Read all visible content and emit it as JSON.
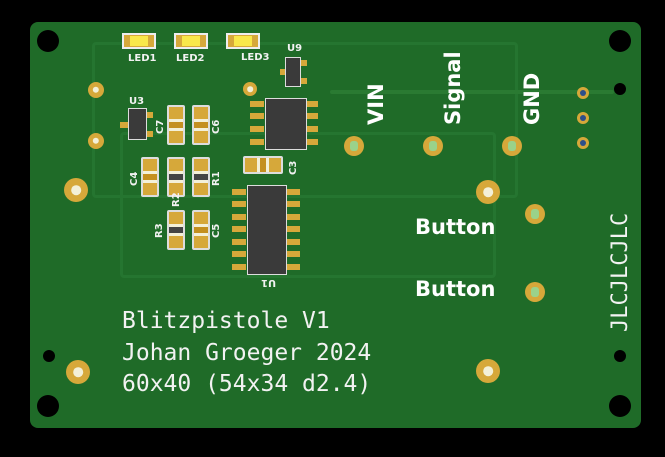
{
  "board": {
    "color": "#1f6b28",
    "silkscreen_color": "#f2f2f2",
    "copper_color": "#d6a83a"
  },
  "components": {
    "led1": "LED1",
    "led2": "LED2",
    "led3": "LED3",
    "u9": "U9",
    "u3": "U3",
    "u1": "U1",
    "c7": "C7",
    "c6": "C6",
    "c4": "C4",
    "c5": "C5",
    "c3": "C3",
    "r1": "R1",
    "r2": "R2",
    "r3": "R3"
  },
  "connectors": {
    "vin": "VIN",
    "signal": "Signal",
    "gnd": "GND",
    "button1": "Button",
    "button2": "Button"
  },
  "edge_text": "JLCJLCJLC",
  "info": {
    "line1": "Blitzpistole V1",
    "line2": "Johan Groeger 2024",
    "line3": "60x40 (54x34 d2.4)"
  }
}
